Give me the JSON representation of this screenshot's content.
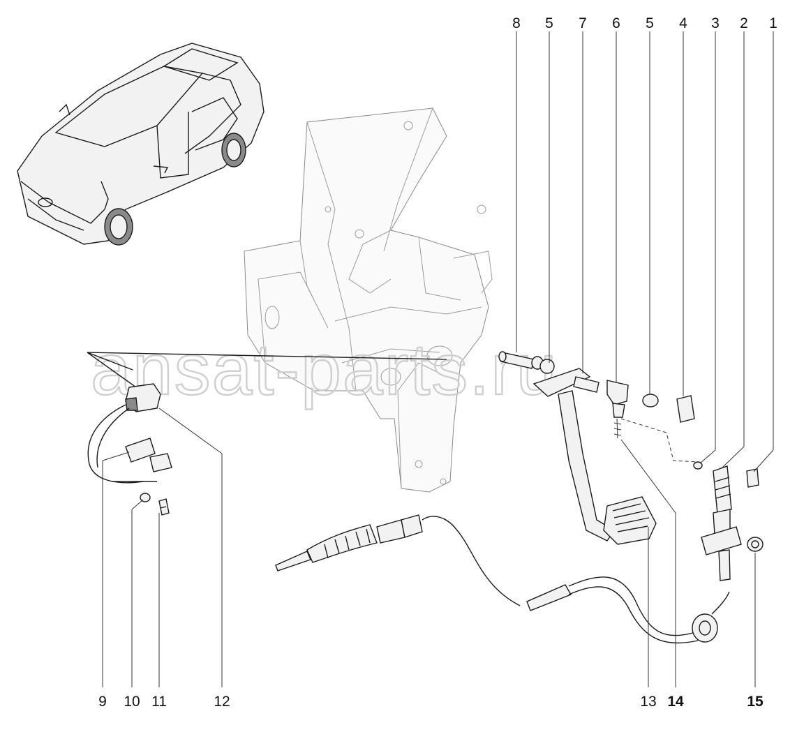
{
  "watermark": "ansat-parts.ru",
  "callouts": {
    "c8": "8",
    "c5a": "5",
    "c7": "7",
    "c6": "6",
    "c5b": "5",
    "c4": "4",
    "c3": "3",
    "c2": "2",
    "c1": "1",
    "c9": "9",
    "c10": "10",
    "c11": "11",
    "c12": "12",
    "c13": "13",
    "c14": "14",
    "c15": "15"
  }
}
